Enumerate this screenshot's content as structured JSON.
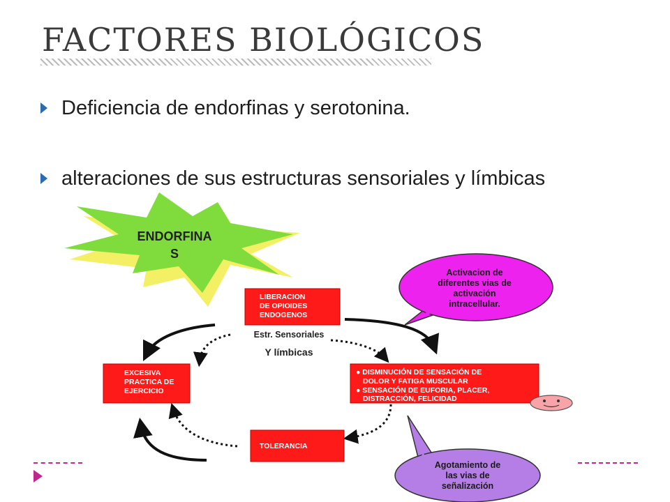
{
  "slide": {
    "title": "FACTORES  BIOLÓGICOS",
    "bullets": [
      "Deficiencia de endorfinas y serotonina.",
      "alteraciones de sus estructuras  sensoriales y límbicas"
    ]
  },
  "diagram": {
    "starburst": [
      "ENDORFINA",
      "S"
    ],
    "center_label": [
      "Estr. Sensoriales",
      "Y  límbicas"
    ],
    "boxes": {
      "top": [
        "LIBERACION",
        "DE OPIOIDES",
        "ENDOGENOS"
      ],
      "left": [
        "EXCESIVA",
        "PRACTICA DE",
        "EJERCICIO"
      ],
      "right": [
        "● DISMINUCIÓN DE SENSACIÓN DE",
        "DOLOR Y FATIGA MUSCULAR",
        "● SENSACIÓN DE EUFORIA, PLACER,",
        "DISTRACCIÓN, FELICIDAD"
      ],
      "bottom": [
        "TOLERANCIA"
      ]
    },
    "bubbles": {
      "top": [
        "Activacion de",
        "diferentes vias de",
        "activación",
        "intracellular."
      ],
      "bottom": [
        "Agotamiento de",
        "las vias de",
        "señalización"
      ]
    },
    "colors": {
      "box_red": "#ff1a1a",
      "bubble_magenta": "#ee22ee",
      "bubble_lavender": "#b57ee6",
      "star_green": "#7fdc3c",
      "star_yellow": "#f4f066",
      "smiley_pink": "#f7a3a8",
      "accent_blue": "#2b6bb2",
      "accent_magenta": "#c0268e"
    }
  }
}
